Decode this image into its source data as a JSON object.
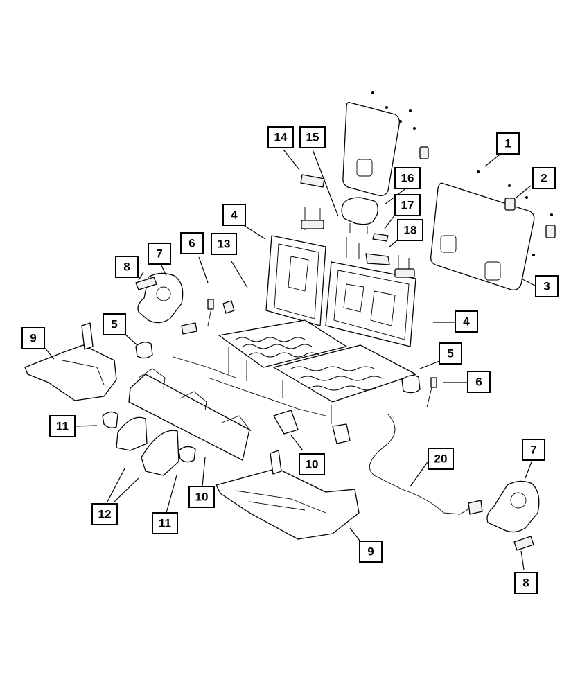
{
  "callouts": [
    {
      "id": "c1",
      "label": "1"
    },
    {
      "id": "c2",
      "label": "2"
    },
    {
      "id": "c3",
      "label": "3"
    },
    {
      "id": "c4a",
      "label": "4"
    },
    {
      "id": "c4b",
      "label": "4"
    },
    {
      "id": "c5a",
      "label": "5"
    },
    {
      "id": "c5b",
      "label": "5"
    },
    {
      "id": "c6a",
      "label": "6"
    },
    {
      "id": "c6b",
      "label": "6"
    },
    {
      "id": "c7a",
      "label": "7"
    },
    {
      "id": "c7b",
      "label": "7"
    },
    {
      "id": "c8a",
      "label": "8"
    },
    {
      "id": "c8b",
      "label": "8"
    },
    {
      "id": "c9a",
      "label": "9"
    },
    {
      "id": "c9b",
      "label": "9"
    },
    {
      "id": "c10a",
      "label": "10"
    },
    {
      "id": "c10b",
      "label": "10"
    },
    {
      "id": "c11a",
      "label": "11"
    },
    {
      "id": "c11b",
      "label": "11"
    },
    {
      "id": "c12",
      "label": "12"
    },
    {
      "id": "c13",
      "label": "13"
    },
    {
      "id": "c14",
      "label": "14"
    },
    {
      "id": "c15",
      "label": "15"
    },
    {
      "id": "c16",
      "label": "16"
    },
    {
      "id": "c17",
      "label": "17"
    },
    {
      "id": "c18",
      "label": "18"
    },
    {
      "id": "c20",
      "label": "20"
    }
  ]
}
